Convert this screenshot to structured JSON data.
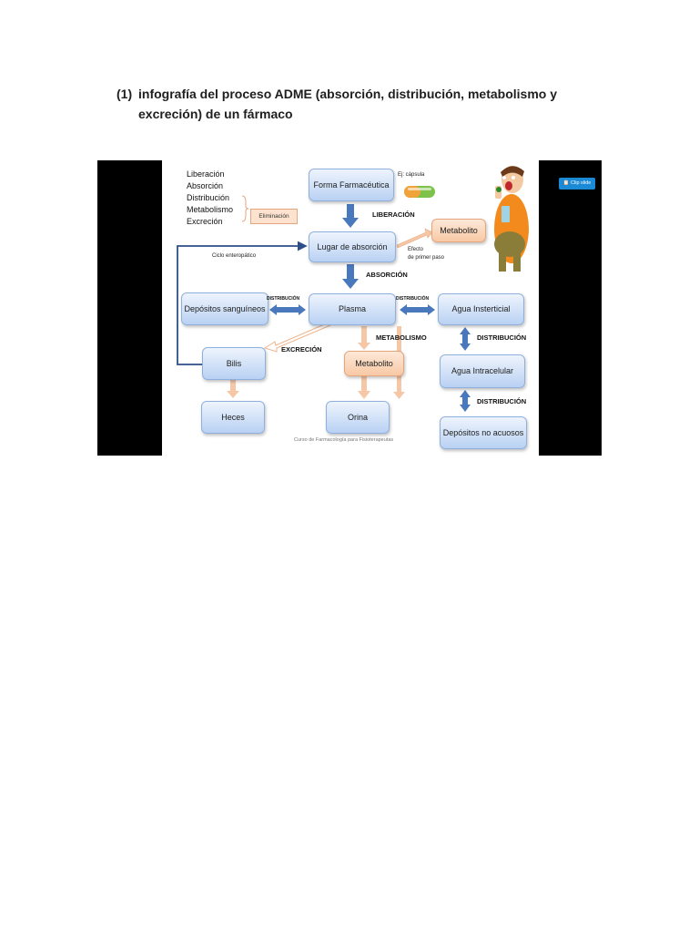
{
  "heading": {
    "number": "(1)",
    "text": "infografía del proceso ADME (absorción, distribución, metabolismo y excreción) de un fármaco"
  },
  "slide": {
    "list": [
      "Liberación",
      "Absorción",
      "Distribución",
      "Metabolismo",
      "Excreción"
    ],
    "elimination": "Eliminación",
    "example": "Ej: cápsula",
    "boxes": {
      "forma": "Forma Farmacéutica",
      "lugar": "Lugar de absorción",
      "metabolito_top": "Metabolito",
      "depositos_sang": "Depósitos sanguíneos",
      "plasma": "Plasma",
      "agua_inter": "Agua Insterticial",
      "agua_intra": "Agua Intracelular",
      "bilis": "Bilis",
      "metabolito_mid": "Metabolito",
      "heces": "Heces",
      "orina": "Orina",
      "depositos_no": "Depósitos no acuosos"
    },
    "labels": {
      "liberacion": "LIBERACIÓN",
      "absorcion": "ABSORCIÓN",
      "excrecion": "EXCRECIÓN",
      "metabolismo": "METABOLISMO",
      "distribucion_left": "DISTRIBUCIÓN",
      "distribucion_right": "DISTRIBUCIÓN",
      "distribucion_1": "DISTRIBUCIÓN",
      "distribucion_2": "DISTRIBUCIÓN",
      "ciclo": "Ciclo enteropático",
      "efecto_1": "Efecto",
      "efecto_2": "de primer paso"
    },
    "footer": "Curso de Farmacología para Fisioterapeutas",
    "clip_button": "Clip slide"
  },
  "colors": {
    "blue_box": "#b9d1f3",
    "orange_box": "#f8c9a5",
    "blue_arrow": "#4a78bd",
    "orange_arrow": "#f5c7a6",
    "loop_line": "#2c4f8a"
  }
}
